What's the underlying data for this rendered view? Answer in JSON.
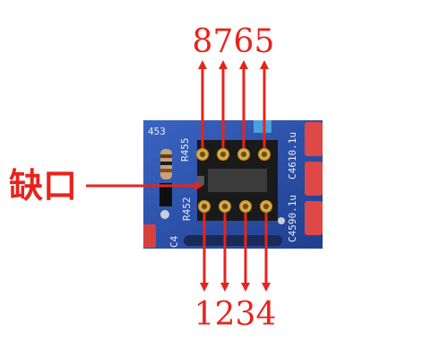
{
  "colors": {
    "arrow": "#e8231c",
    "pcb": "#2b4fa6",
    "socket": "#1a1a1a",
    "gold": "#d4a23a"
  },
  "labels": {
    "notch": "缺口"
  },
  "pins": {
    "top": [
      "8",
      "7",
      "6",
      "5"
    ],
    "bottom": [
      "1",
      "2",
      "3",
      "4"
    ]
  },
  "pcb_silkscreen": {
    "r455": "R455",
    "r452": "R452",
    "c453": "453",
    "c4610": "C4610.1u",
    "c4590": "C4590.1u",
    "c4": "C4"
  }
}
